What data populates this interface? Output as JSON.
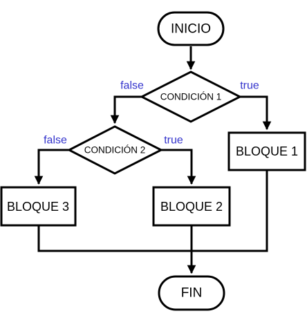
{
  "flowchart": {
    "start": "INICIO",
    "end": "FIN",
    "condition_1": {
      "label": "CONDICIÓN 1",
      "false_label": "false",
      "true_label": "true"
    },
    "condition_2": {
      "label": "CONDICIÓN 2",
      "false_label": "false",
      "true_label": "true"
    },
    "block_1": "BLOQUE 1",
    "block_2": "BLOQUE 2",
    "block_3": "BLOQUE 3"
  },
  "colors": {
    "edge_label": "#3333cc",
    "stroke": "#000000",
    "fill": "#ffffff"
  }
}
